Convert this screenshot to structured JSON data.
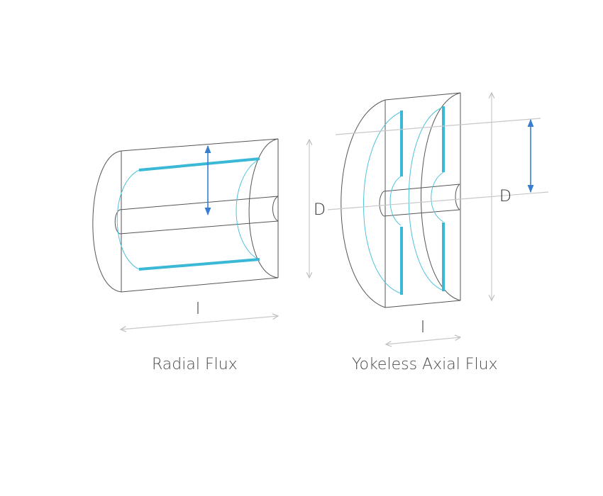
{
  "radial": {
    "caption": "Radial Flux",
    "length_label": "l",
    "diameter_label": "D"
  },
  "axial": {
    "caption": "Yokeless Axial Flux",
    "length_label": "l",
    "diameter_label": "D"
  },
  "colors": {
    "outline": "#555555",
    "magnet": "#3bb8d6",
    "flux_line": "#4fc3dc",
    "airgap_arrow": "#3a7fcf",
    "dimension": "#c8c8c8"
  }
}
